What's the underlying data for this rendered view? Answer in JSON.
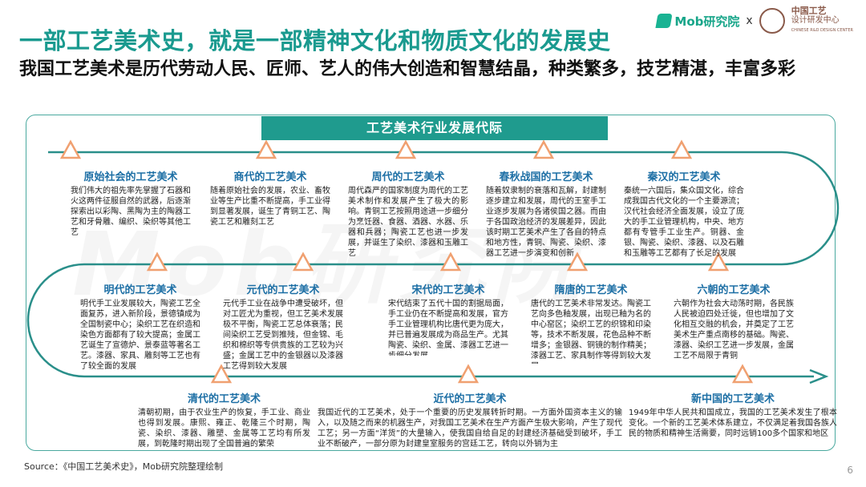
{
  "header": {
    "title": "一部工艺美术史，就是一部精神文化和物质文化的发展史",
    "subtitle": "我国工艺美术是历代劳动人民、匠师、艺人的伟大创造和智慧结晶，种类繁多，技艺精湛，丰富多彩"
  },
  "logos": {
    "mob": "Mob研究院",
    "separator": "x",
    "partner_line1": "中国工艺",
    "partner_line2": "设计研发中心",
    "partner_line3": "CHINESE R&D DESIGN CENTER"
  },
  "banner": "工艺美术行业发展代际",
  "watermark": "Mob研究院",
  "colors": {
    "accent": "#1f9b8e",
    "heading": "#1d6fa5",
    "triangle": "#f0a070",
    "track": "#2a8f8a"
  },
  "eras": [
    {
      "title": "原始社会的工艺美术",
      "text": "我们伟大的祖先率先掌握了石器和火这两件征服自然的武器，后逐渐探索出以彩陶、黑陶为主的陶器工艺和牙骨雕、编织、染织等其他工艺"
    },
    {
      "title": "商代的工艺美术",
      "text": "随着原始社会的发展，农业、畜牧业等生产比重不断提高，手工业得到显著发展，诞生了青铜工艺、陶瓷工艺和雕刻工艺"
    },
    {
      "title": "周代的工艺美术",
      "text": "周代森严的国家制度为周代的工艺美术制作和发展产生了极大的影响。青铜工艺按照用途进一步细分为烹饪器、食器、酒器、水器、乐器和兵器；陶瓷工艺也进一步发展，并诞生了染织、漆器和玉雕工艺"
    },
    {
      "title": "春秋战国的工艺美术",
      "text": "随着奴隶制的衰落和瓦解，封建制逐步建立和发展，周代的王室手工业逐步发展为各诸侯国之器。而由于各国政治经济的发展差异，因此该时期工艺美术产生了各自的特点和地方性，青铜、陶瓷、染织、漆器工艺进一步演变和创新"
    },
    {
      "title": "秦汉的工艺美术",
      "text": "秦统一六国后，集众国文化，综合成我国古代文化的一个主要源流；汉代社会经济全面发展，设立了庞大的手工业管理机构，中央、地方都有专管手工业生产。铜器、金银、陶瓷、染织、漆器、以及石雕和玉雕等工艺都有了长足的发展"
    },
    {
      "title": "明代的工艺美术",
      "text": "明代手工业发展较大，陶瓷工艺全面复苏，进入新阶段，景德镇成为全国制瓷中心；染织工艺在织造和染色方面都有了较大提高；金属工艺诞生了宣德炉、景泰蓝等著名工艺。漆器、家具、雕刻等工艺也有了较全面的发展"
    },
    {
      "title": "元代的工艺美术",
      "text": "元代手工业在战争中遭受破坏，但对工匠尤为重视，但工艺美术发展极不平衡，陶瓷工艺总体衰落；民间染织工艺受到推残，但金锦、毛织和棉织等专供贵族的工艺较为兴盛；金属工艺中的金银器以及漆器工艺得到较大发展"
    },
    {
      "title": "宋代的工艺美术",
      "text": "宋代结束了五代十国的割据局面，手工业仍在不断提高和发展，官方手工业管理机构比唐代更为庞大，并已普遍发展成为商品生产。尤其陶瓷、染织、金属、漆器工艺进一步细分发展"
    },
    {
      "title": "隋唐的工艺美术",
      "text": "唐代的工艺美术非常发达。陶瓷工艺向多色釉发展，出现已釉为名的中心窑区；染织工艺的织锦和印染等，技术不断发展，花色品种不断增多；金银器、铜镜的制作精美；漆器工艺、家具制作等得到较大发展"
    },
    {
      "title": "六朝的工艺美术",
      "text": "六朝作为社会大动荡时期，各民族人民被迫四处迁徙，但也增加了文化相互交融的机会，并奠定了工艺美术生产重点南移的基础。陶瓷、漆器、染织工艺进一步发展，金属工艺不局限于青铜"
    },
    {
      "title": "清代的工艺美术",
      "text": "清朝初期，由于农业生产的恢复，手工业、商业也得到发展。康熙、雍正、乾隆三个时期，陶瓷、染织、漆器、雕塑、金属等工艺均有所发展，到乾隆时期出现了全国普遍的繁荣"
    },
    {
      "title": "近代的工艺美术",
      "text": "我国近代的工艺美术，处于一个重要的历史发展转折时期。一方面外国资本主义的输入，以及随之而来的机器生产，对我国工艺美术在生产方面产生极大影响，产生了现代工艺；另一方面“洋货”的大量输入，使我国自给自足的封建经济基础受到破坏，手工业不断破产，一部分原为封建皇室服务的宫廷工艺，转向以外销为主"
    },
    {
      "title": "新中国的工艺美术",
      "text": "1949年中华人民共和国成立，我国的工艺美术发生了根本变化。一个新的工艺美术体系建立，不仅满足着我国各族人民的物质和精神生活需要，同时远销100多个国家和地区"
    }
  ],
  "footer": {
    "source": "Source：《中国工艺美术史》，Mob研究院整理绘制",
    "page": "6"
  }
}
